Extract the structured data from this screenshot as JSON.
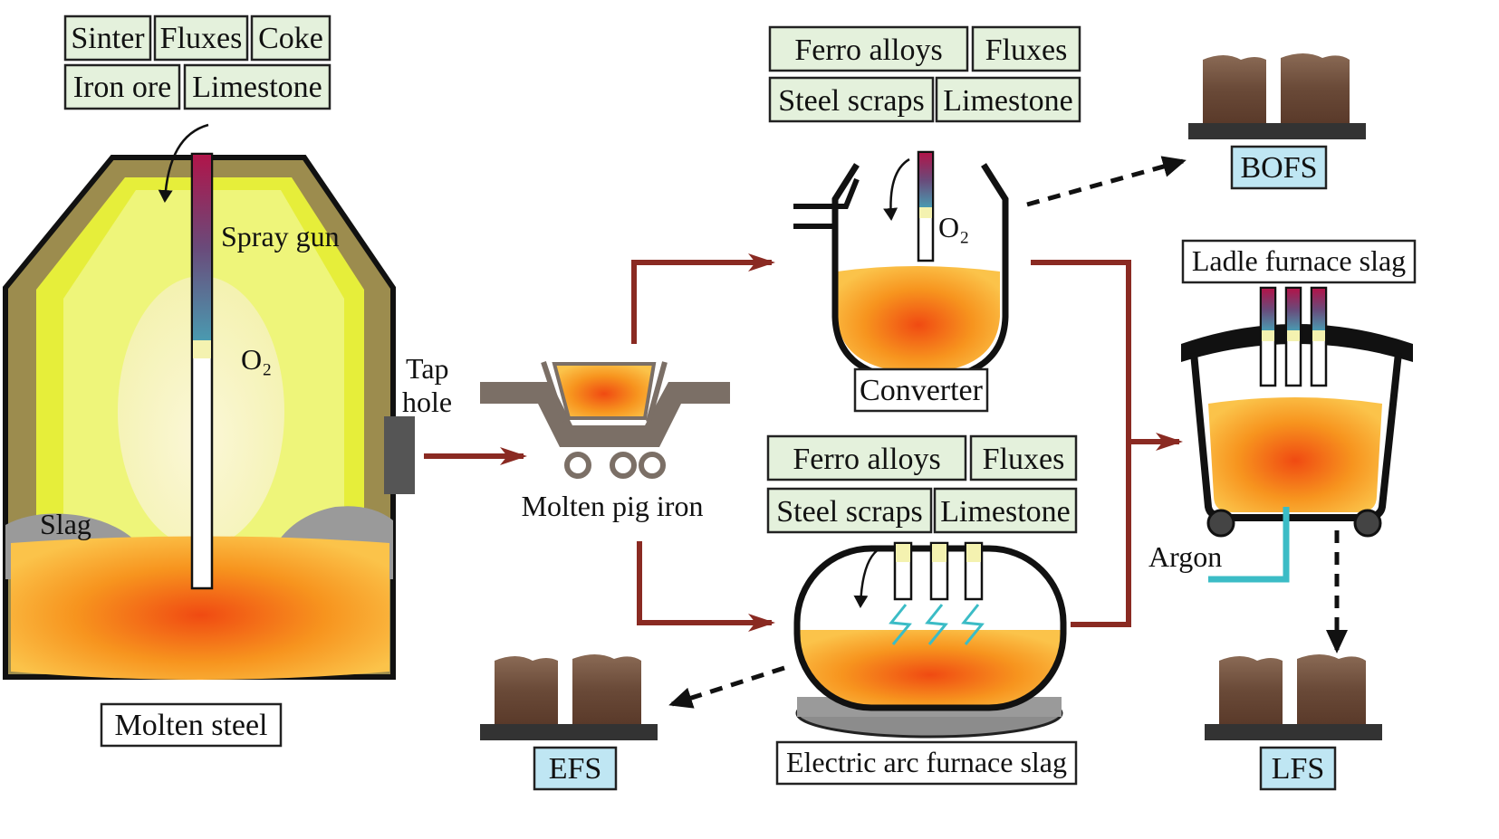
{
  "blast_furnace": {
    "inputs": [
      "Sinter",
      "Fluxes",
      "Coke",
      "Iron ore",
      "Limestone"
    ],
    "spray_gun_label": "Spray gun",
    "oxygen_label": "O₂",
    "slag_label": "Slag",
    "tap_hole_label_line1": "Tap",
    "tap_hole_label_line2": "hole",
    "output_label": "Molten steel"
  },
  "ladle_car": {
    "label": "Molten pig iron"
  },
  "converter": {
    "inputs": [
      "Ferro alloys",
      "Fluxes",
      "Steel scraps",
      "Limestone"
    ],
    "oxygen_label": "O₂",
    "label": "Converter",
    "slag_product": "BOFS"
  },
  "eaf": {
    "inputs": [
      "Ferro alloys",
      "Fluxes",
      "Steel scraps",
      "Limestone"
    ],
    "label": "Electric arc furnace slag",
    "slag_product": "EFS"
  },
  "ladle_furnace": {
    "label": "Ladle furnace slag",
    "argon_label": "Argon",
    "slag_product": "LFS"
  },
  "colors": {
    "flow_arrow": "#8a2a22",
    "input_box": "#e4f1dc",
    "product_box": "#bfe6f3",
    "argon_pipe": "#3bbcc6"
  }
}
